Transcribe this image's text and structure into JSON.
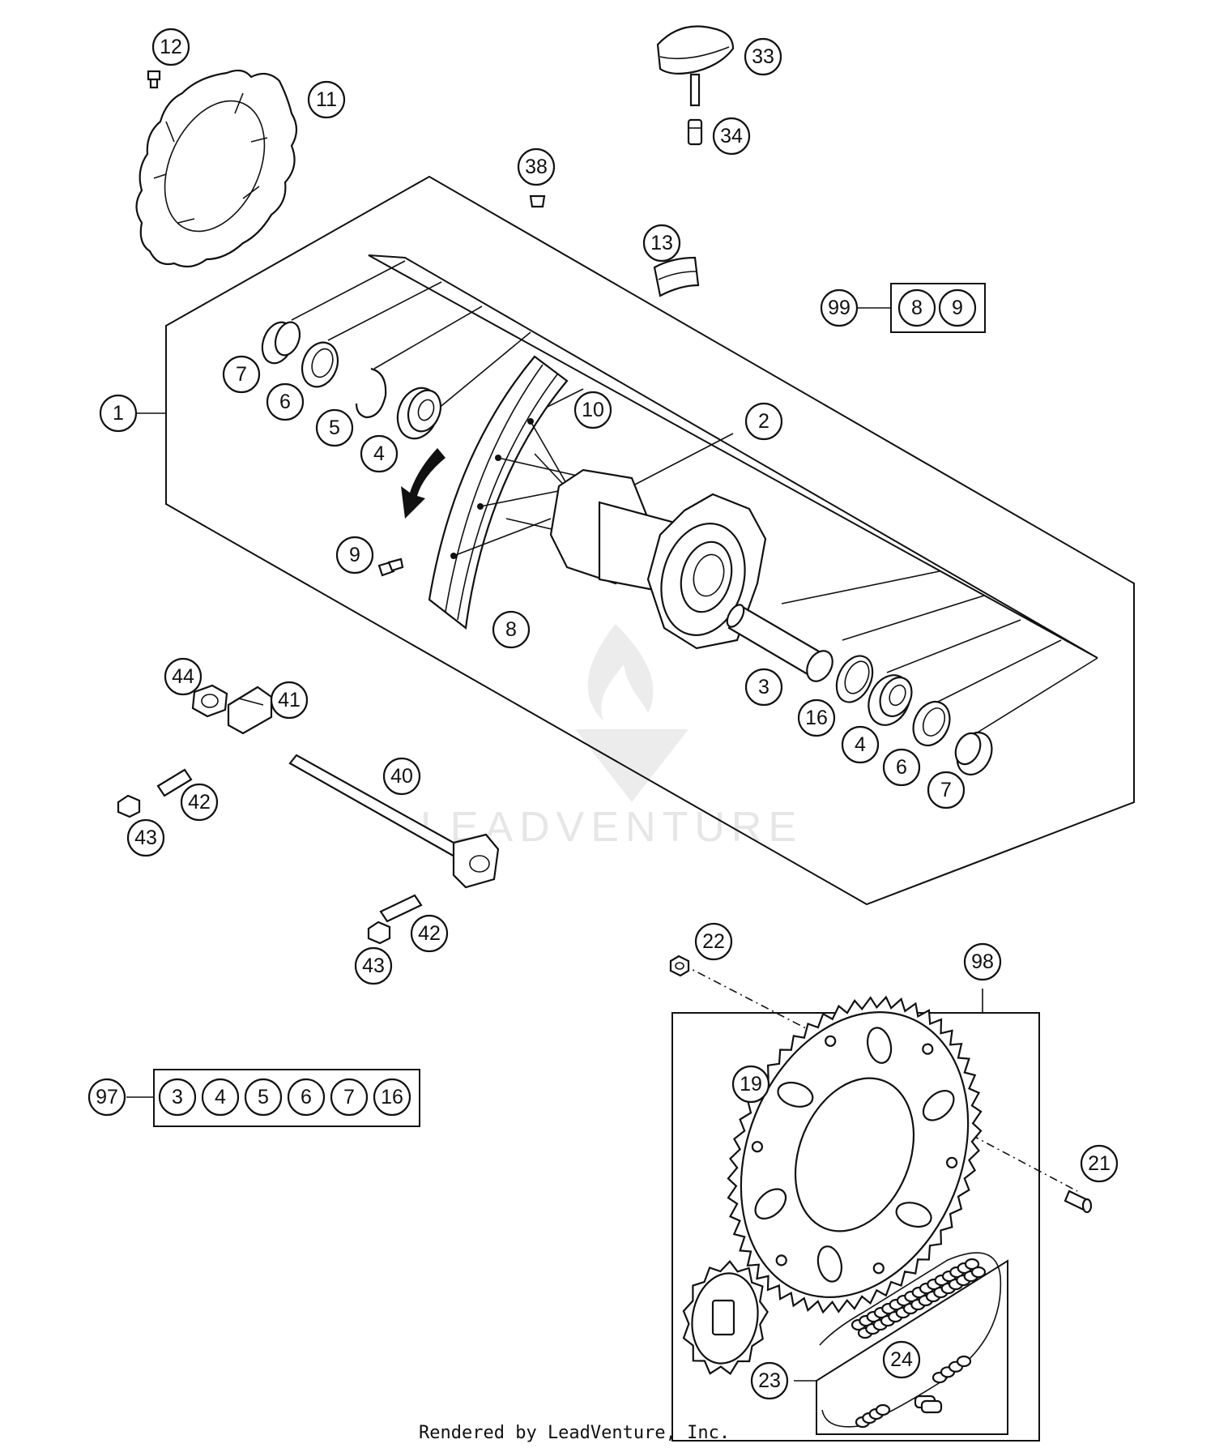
{
  "watermark": "LEADVENTURE",
  "footer": "Rendered by LeadVenture, Inc.",
  "callouts": {
    "c1": "1",
    "c2": "2",
    "c3": "3",
    "c4a": "4",
    "c4b": "4",
    "c5": "5",
    "c6a": "6",
    "c6b": "6",
    "c7a": "7",
    "c7b": "7",
    "c8": "8",
    "c9": "9",
    "c10": "10",
    "c11": "11",
    "c12": "12",
    "c13": "13",
    "c16": "16",
    "c19": "19",
    "c21": "21",
    "c22": "22",
    "c23": "23",
    "c24": "24",
    "c33": "33",
    "c34": "34",
    "c38": "38",
    "c40": "40",
    "c41": "41",
    "c42a": "42",
    "c42b": "42",
    "c43a": "43",
    "c43b": "43",
    "c44": "44",
    "c98": "98",
    "c99": "99",
    "c97": "97"
  },
  "kit_99": [
    "8",
    "9"
  ],
  "kit_97": [
    "3",
    "4",
    "5",
    "6",
    "7",
    "16"
  ]
}
